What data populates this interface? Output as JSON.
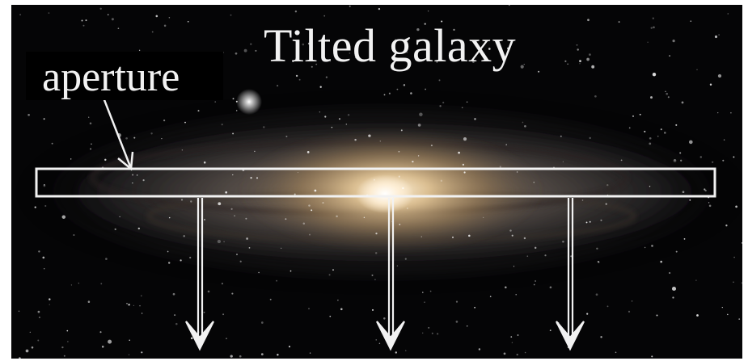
{
  "diagram": {
    "title": "Tilted galaxy",
    "aperture_label": "aperture",
    "colors": {
      "background": "#050506",
      "galaxy_core": "#fff6e6",
      "galaxy_bulge": "#c8a46e",
      "galaxy_disk": "#7a6f66",
      "annotation": "#f2f2f2"
    },
    "elements": [
      "galaxy-image",
      "aperture-slit",
      "aperture-pointer-arrow",
      "down-arrow-left",
      "down-arrow-center",
      "down-arrow-right"
    ]
  }
}
